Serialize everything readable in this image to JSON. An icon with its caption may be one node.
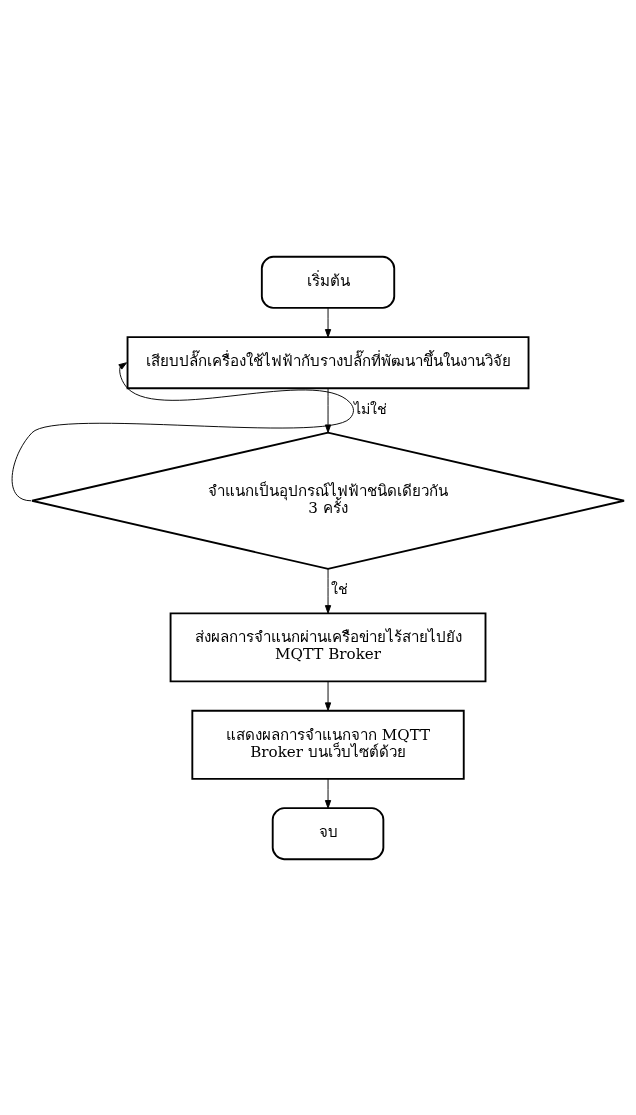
{
  "diagram": {
    "nodes": [
      {
        "text": [
          "เริ่มต้น"
        ]
      },
      {
        "text": [
          "เสียบปลั๊กเครื่องใช้ไฟฟ้ากับรางปลั๊กที่พัฒนาขึ้นในงานวิจัย"
        ]
      },
      {
        "text": [
          "จำแนกเป็นอุปกรณ์ไฟฟ้าชนิดเดียวกัน 3 ครั้ง"
        ]
      },
      {
        "text": [
          "ส่งผลการจำแนกผ่านเครือข่ายไร้สายไปยัง MQTT Broker"
        ]
      },
      {
        "text": [
          "แสดงผลการจำแนกจาก MQTT Broker บนเว็บไซต์ด้วย"
        ]
      },
      {
        "text": [
          "จบ"
        ]
      }
    ],
    "edges": [
      {
        "from": 0,
        "to": 1,
        "arrow": "to"
      },
      {
        "from": 1,
        "to": 2,
        "arrow": "to"
      },
      {
        "from": 2,
        "to": 1,
        "arrow": "to",
        "label": "ไม่ใช่"
      },
      {
        "from": 2,
        "to": 3,
        "arrow": "to",
        "label": "ใช่"
      },
      {
        "from": 3,
        "to": 4,
        "arrow": "to"
      },
      {
        "from": 4,
        "to": 5,
        "arrow": "to"
      }
    ]
  }
}
